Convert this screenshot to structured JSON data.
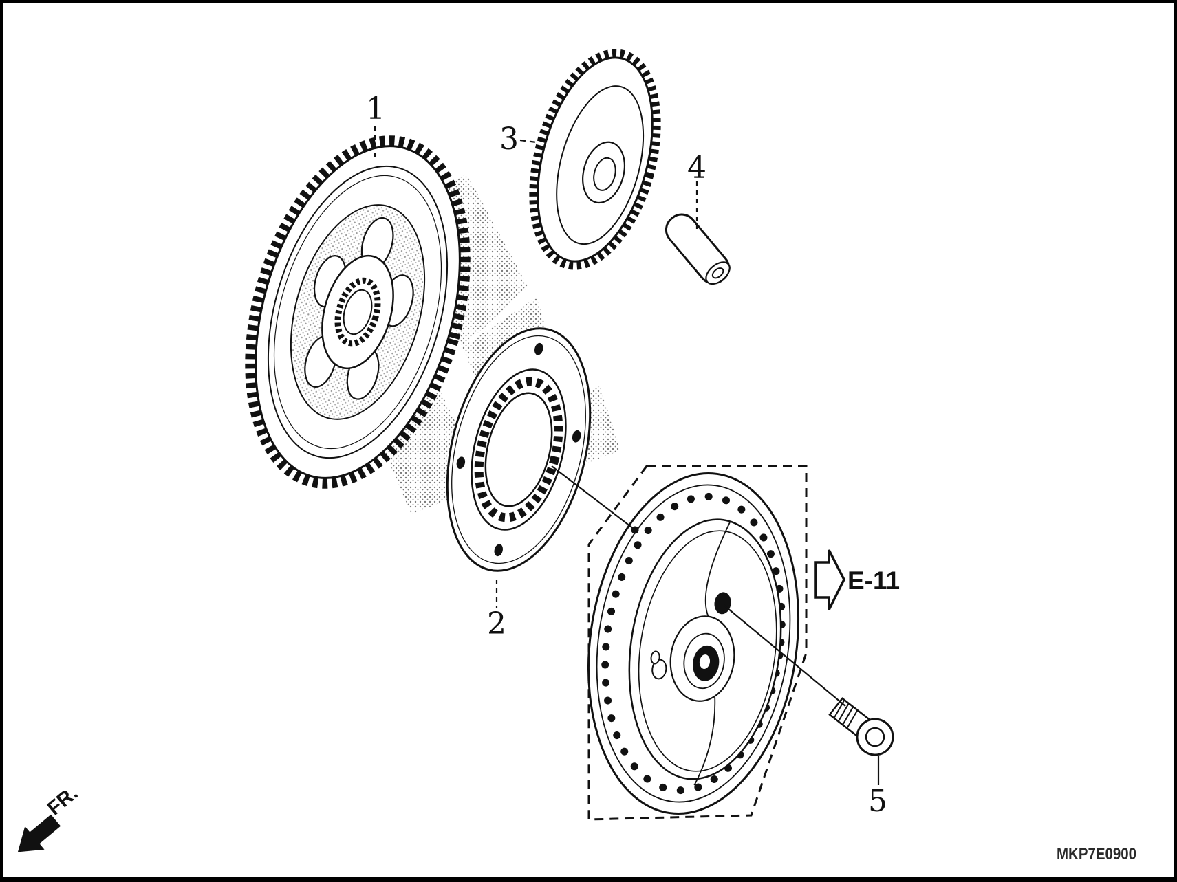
{
  "diagram": {
    "code": "MKP7E0900",
    "view_reference": "E-11",
    "direction_label": "FR.",
    "part_labels": [
      "1",
      "2",
      "3",
      "4",
      "5"
    ]
  },
  "colors": {
    "line": "#111111",
    "background": "#ffffff"
  }
}
